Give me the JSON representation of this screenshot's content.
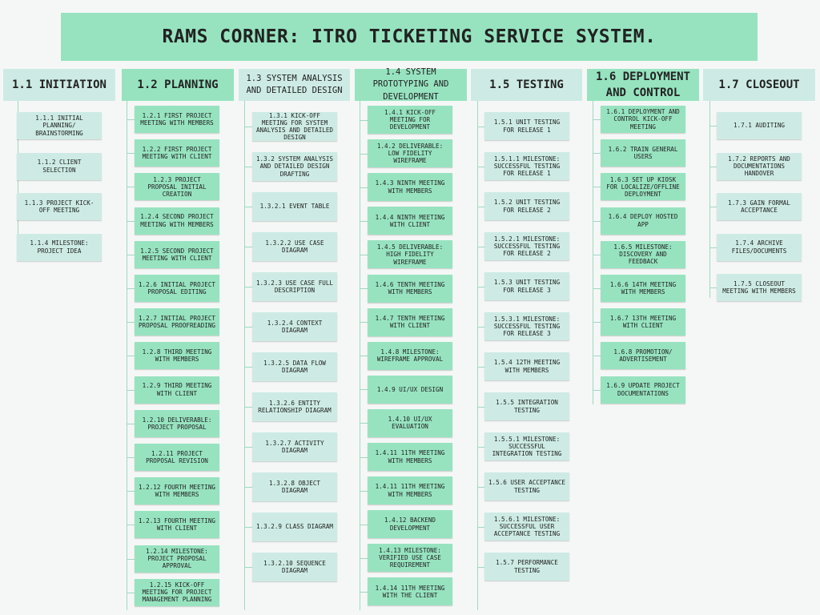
{
  "title": "RAMS CORNER: ITRO TICKETING SERVICE SYSTEM.",
  "colors": {
    "title_bg": "#97e3c0",
    "light": "#cdebe4",
    "green": "#97e3c0",
    "connector": "#9fd9bf",
    "background": "#f5f7f6"
  },
  "columns": [
    {
      "id": "initiation",
      "header": "1.1 INITIATION",
      "header_style": "light",
      "task_style": "light",
      "items": [
        "1.1.1 INITIAL PLANNING/ BRAINSTORMING",
        "1.1.2 CLIENT SELECTION",
        "1.1.3 PROJECT KICK-OFF MEETING",
        "1.1.4 MILESTONE: PROJECT IDEA"
      ]
    },
    {
      "id": "planning",
      "header": "1.2 PLANNING",
      "header_style": "green",
      "task_style": "green",
      "items": [
        "1.2.1 FIRST PROJECT MEETING WITH MEMBERS",
        "1.2.2 FIRST PROJECT MEETING WITH CLIENT",
        "1.2.3 PROJECT PROPOSAL INITIAL CREATION",
        "1.2.4 SECOND PROJECT MEETING WITH MEMBERS",
        "1.2.5 SECOND PROJECT MEETING WITH CLIENT",
        "1.2.6 INITIAL PROJECT PROPOSAL EDITING",
        "1.2.7 INITIAL PROJECT PROPOSAL PROOFREADING",
        "1.2.8 THIRD MEETING WITH MEMBERS",
        "1.2.9 THIRD MEETING WITH CLIENT",
        "1.2.10 DELIVERABLE: PROJECT PROPOSAL",
        "1.2.11 PROJECT PROPOSAL REVISION",
        "1.2.12 FOURTH MEETING WITH MEMBERS",
        "1.2.13 FOURTH MEETING WITH CLIENT",
        "1.2.14 MILESTONE: PROJECT PROPOSAL APPROVAL",
        "1.2.15 KICK-OFF MEETING FOR PROJECT MANAGEMENT PLANNING"
      ]
    },
    {
      "id": "system-analysis",
      "header": "1.3 SYSTEM ANALYSIS AND DETAILED DESIGN",
      "header_style": "light",
      "task_style": "light",
      "items": [
        "1.3.1 KICK-OFF MEETING FOR SYSTEM ANALYSIS AND DETAILED DESIGN",
        "1.3.2 SYSTEM ANALYSIS AND DETAILED DESIGN DRAFTING",
        "1.3.2.1 EVENT TABLE",
        "1.3.2.2 USE CASE DIAGRAM",
        "1.3.2.3 USE CASE FULL DESCRIPTION",
        "1.3.2.4 CONTEXT DIAGRAM",
        "1.3.2.5 DATA FLOW DIAGRAM",
        "1.3.2.6 ENTITY RELATIONSHIP DIAGRAM",
        "1.3.2.7 ACTIVITY DIAGRAM",
        "1.3.2.8 OBJECT DIAGRAM",
        "1.3.2.9 CLASS DIAGRAM",
        "1.3.2.10 SEQUENCE DIAGRAM"
      ]
    },
    {
      "id": "prototyping",
      "header": "1.4 SYSTEM PROTOTYPING AND DEVELOPMENT",
      "header_style": "green",
      "task_style": "green",
      "items": [
        "1.4.1 KICK-OFF MEETING FOR DEVELOPMENT",
        "1.4.2 DELIVERABLE: LOW FIDELITY WIREFRAME",
        "1.4.3 NINTH MEETING WITH MEMBERS",
        "1.4.4 NINTH MEETING WITH CLIENT",
        "1.4.5 DELIVERABLE: HIGH FIDELITY WIREFRAME",
        "1.4.6 TENTH MEETING WITH MEMBERS",
        "1.4.7 TENTH MEETING WITH CLIENT",
        "1.4.8 MILESTONE: WIREFRAME APPROVAL",
        "1.4.9 UI/UX DESIGN",
        "1.4.10 UI/UX EVALUATION",
        "1.4.11 11TH MEETING WITH MEMBERS",
        "1.4.11 11TH MEETING WITH MEMBERS",
        "1.4.12 BACKEND DEVELOPMENT",
        "1.4.13 MILESTONE: VERIFIED USE CASE REQUIREMENT",
        "1.4.14 11TH MEETING WITH THE CLIENT"
      ]
    },
    {
      "id": "testing",
      "header": "1.5 TESTING",
      "header_style": "light",
      "task_style": "light",
      "items": [
        "1.5.1 UNIT TESTING FOR RELEASE 1",
        "1.5.1.1 MILESTONE: SUCCESSFUL TESTING FOR RELEASE 1",
        "1.5.2 UNIT TESTING FOR RELEASE 2",
        "1.5.2.1 MILESTONE: SUCCESSFUL TESTING FOR RELEASE 2",
        "1.5.3 UNIT TESTING FOR RELEASE 3",
        "1.5.3.1 MILESTONE: SUCCESSFUL TESTING FOR RELEASE 3",
        "1.5.4 12TH MEETING WITH MEMBERS",
        "1.5.5 INTEGRATION TESTING",
        "1.5.5.1 MILESTONE: SUCCESSFUL INTEGRATION TESTING",
        "1.5.6 USER ACCEPTANCE TESTING",
        "1.5.6.1 MILESTONE: SUCCESSFUL USER ACCEPTANCE TESTING",
        "1.5.7 PERFORMANCE TESTING"
      ]
    },
    {
      "id": "deployment",
      "header": "1.6 DEPLOYMENT AND CONTROL",
      "header_style": "green",
      "task_style": "green",
      "items": [
        "1.6.1 DEPLOYMENT AND CONTROL KICK-OFF MEETING",
        "1.6.2 TRAIN GENERAL USERS",
        "1.6.3 SET UP KIOSK FOR LOCALIZE/OFFLINE DEPLOYMENT",
        "1.6.4 DEPLOY HOSTED APP",
        "1.6.5 MILESTONE: DISCOVERY AND FEEDBACK",
        "1.6.6 14TH MEETING WITH MEMBERS",
        "1.6.7 13TH MEETING WITH CLIENT",
        "1.6.8 PROMOTION/ ADVERTISEMENT",
        "1.6.9 UPDATE PROJECT DOCUMENTATIONS"
      ]
    },
    {
      "id": "closeout",
      "header": "1.7 CLOSEOUT",
      "header_style": "light",
      "task_style": "light",
      "items": [
        "1.7.1 AUDITING",
        "1.7.2 REPORTS AND DOCUMENTATIONS HANDOVER",
        "1.7.3 GAIN FORMAL ACCEPTANCE",
        "1.7.4 ARCHIVE FILES/DOCUMENTS",
        "1.7.5 CLOSEOUT MEETING WITH MEMBERS"
      ]
    }
  ]
}
